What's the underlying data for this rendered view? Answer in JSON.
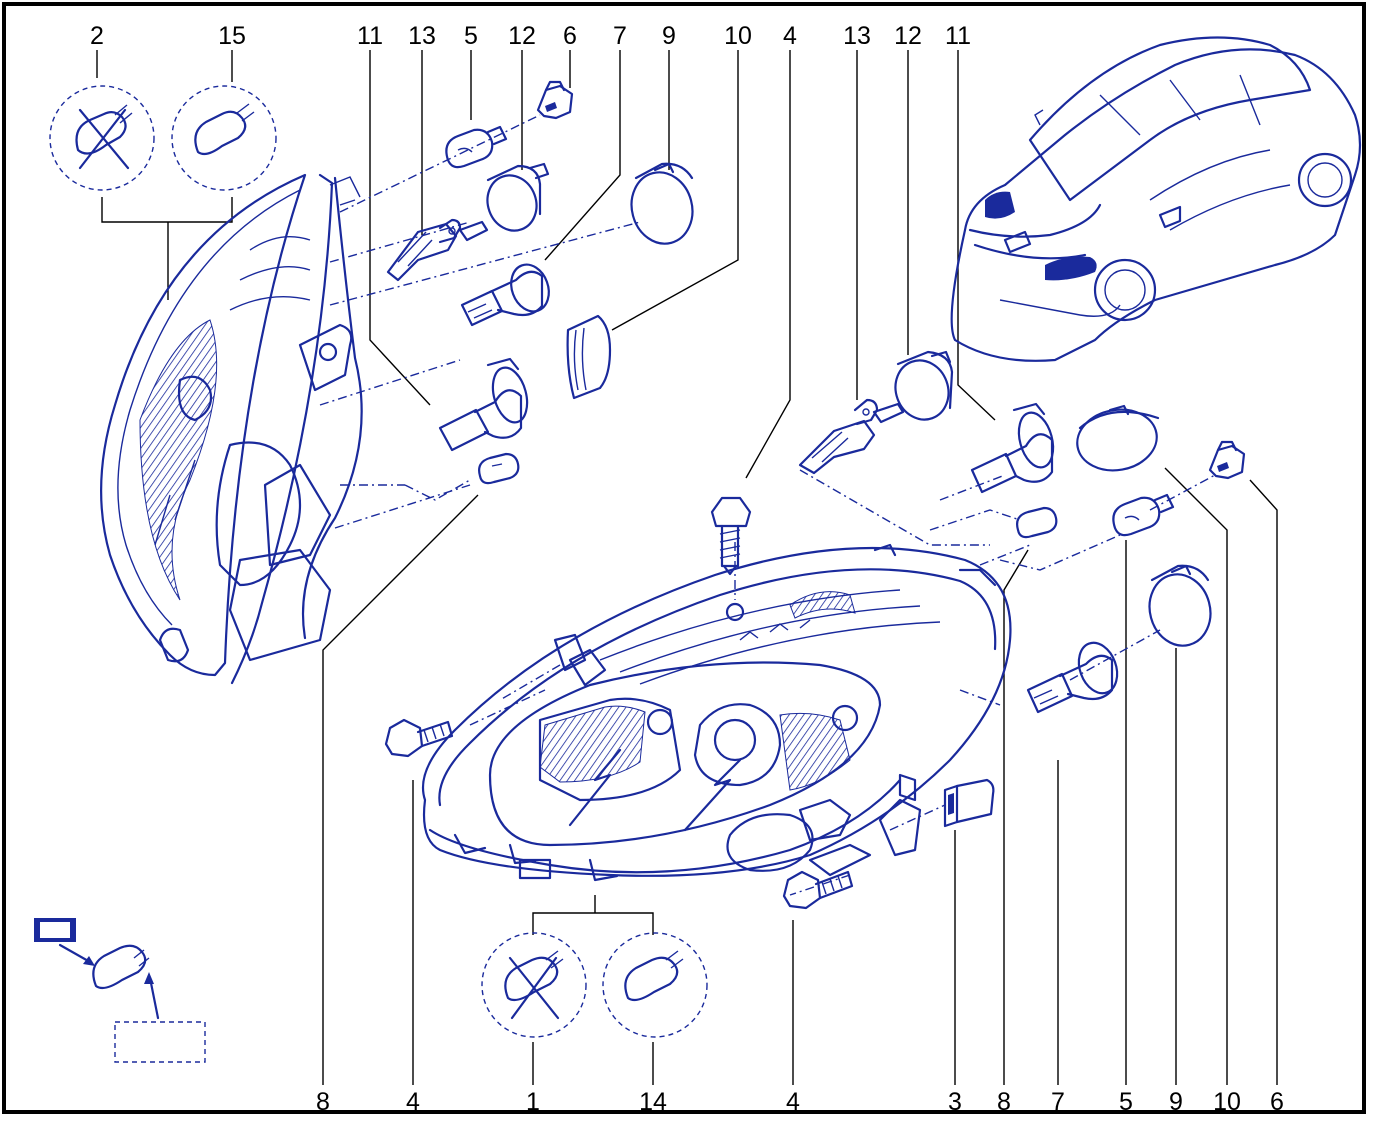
{
  "diagram": {
    "accent_color": "#1a2a9c",
    "line_color": "#000000",
    "callouts_top": [
      "2",
      "15",
      "11",
      "13",
      "5",
      "12",
      "6",
      "7",
      "9",
      "10",
      "4",
      "13",
      "12",
      "11"
    ],
    "callouts_bottom": [
      "8",
      "4",
      "1",
      "14",
      "4",
      "3",
      "8",
      "7",
      "5",
      "9",
      "10",
      "6"
    ]
  }
}
